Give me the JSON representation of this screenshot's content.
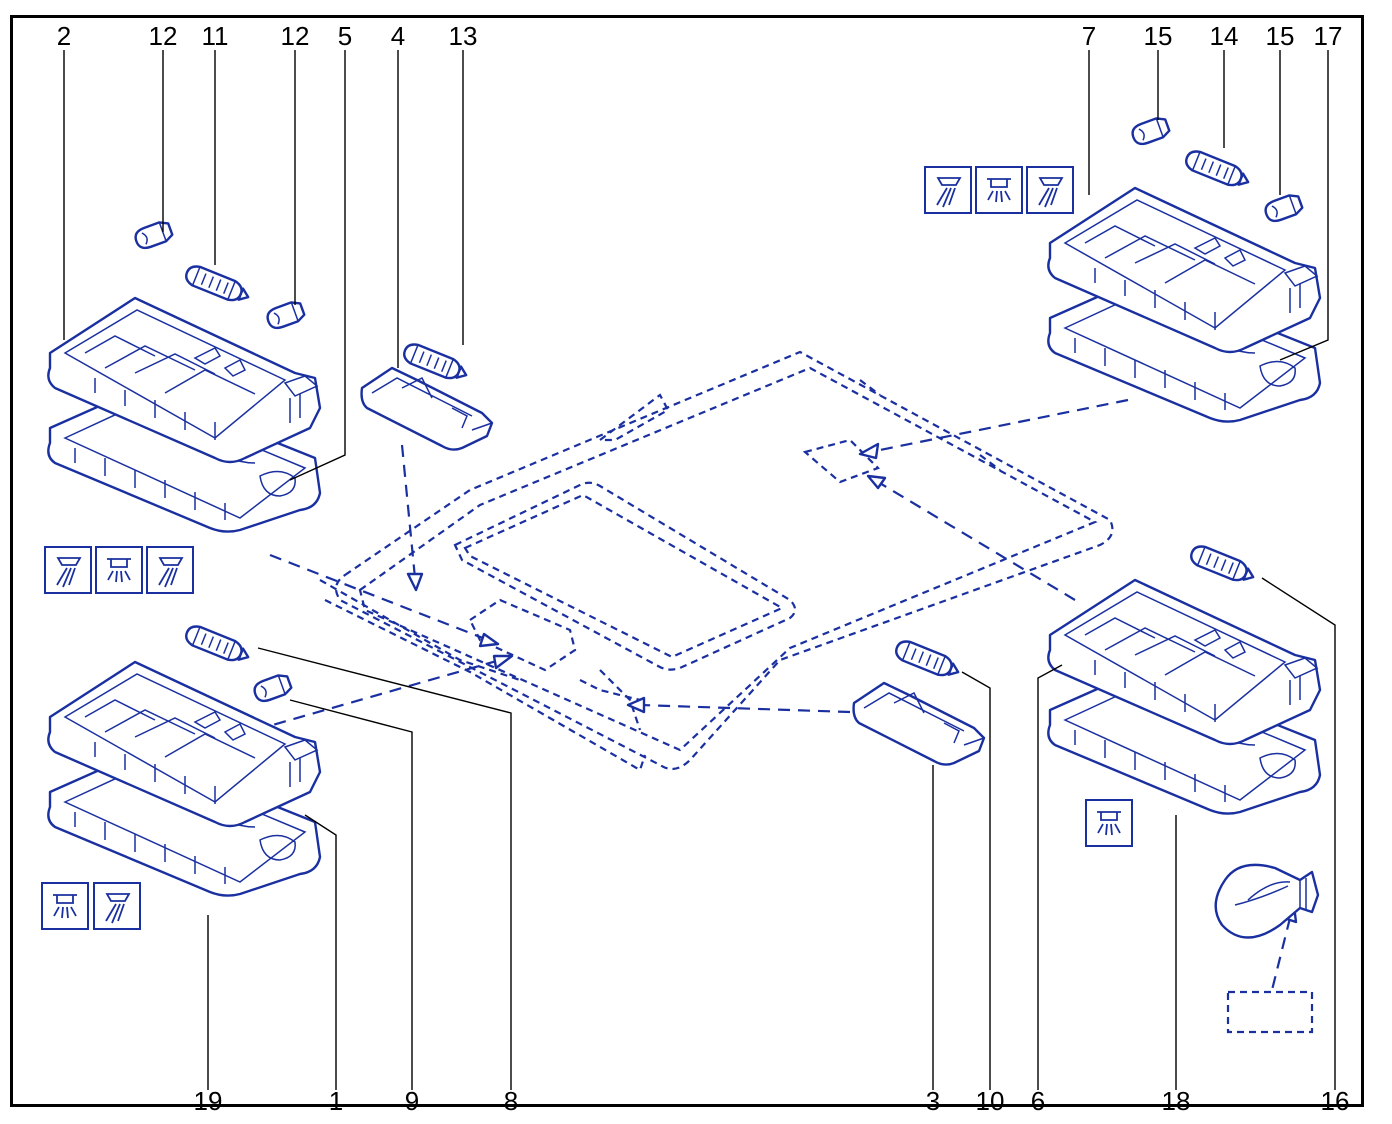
{
  "diagram": {
    "callouts": {
      "c1": "1",
      "c2": "2",
      "c3": "3",
      "c4": "4",
      "c5": "5",
      "c6": "6",
      "c7": "7",
      "c8": "8",
      "c9": "9",
      "c10": "10",
      "c11": "11",
      "c12": "12",
      "c13": "13",
      "c14": "14",
      "c15": "15",
      "c16": "16",
      "c17": "17",
      "c18": "18",
      "c19": "19"
    },
    "icons": {
      "spot_light": "spot-light-icon",
      "dome_light": "dome-light-icon"
    },
    "colors": {
      "line": "#1a30a0",
      "frame": "#000000",
      "background": "#ffffff"
    }
  }
}
